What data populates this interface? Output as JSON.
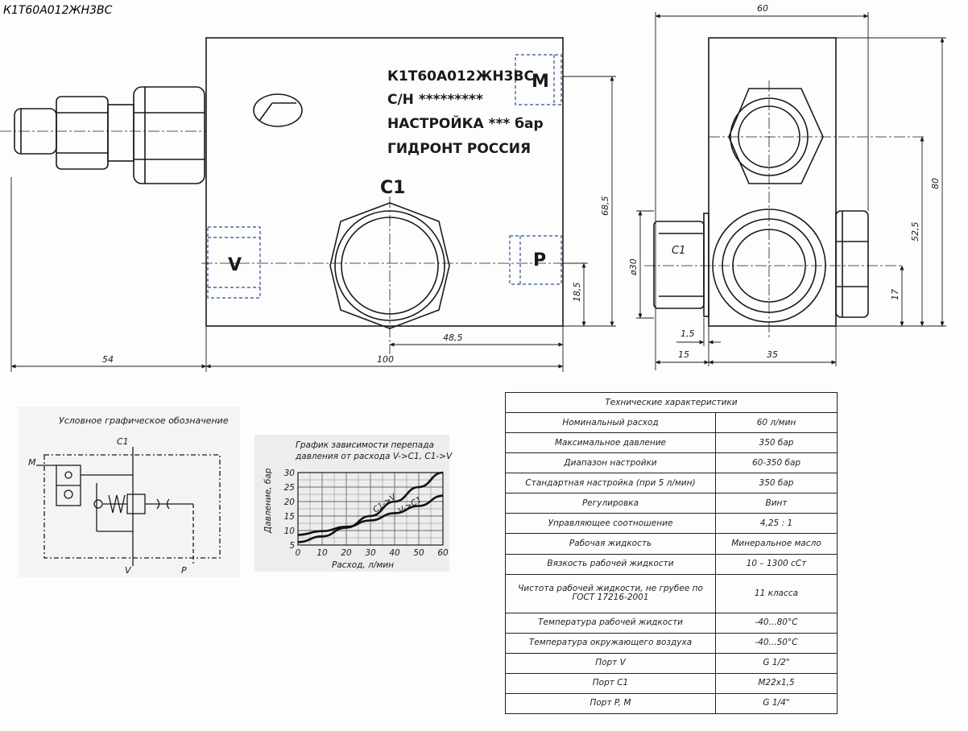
{
  "drawing": {
    "corner_title": "К1Т60А012ЖН3ВС",
    "front_view": {
      "marking_lines": [
        "К1Т60А012ЖН3ВС",
        "С/Н *********",
        "НАСТРОЙКА *** бар",
        "ГИДРОНТ РОССИЯ"
      ],
      "port_labels": {
        "c1": "C1",
        "v": "V",
        "p": "P",
        "m": "M"
      },
      "dimensions": {
        "d54": "54",
        "d100": "100",
        "d48_5": "48,5",
        "d68_5": "68,5",
        "d18_5": "18,5"
      }
    },
    "side_view": {
      "port_label": "C1",
      "dimensions": {
        "d60": "60",
        "d80": "80",
        "d52_5": "52,5",
        "d17": "17",
        "d30": "ø30",
        "d1_5": "1,5",
        "d15": "15",
        "d35": "35"
      }
    }
  },
  "schematic": {
    "title": "Условное графическое обозначение",
    "labels": {
      "c1": "C1",
      "m": "M",
      "v": "V",
      "p": "P"
    }
  },
  "graph": {
    "title_line1": "График зависимости перепада",
    "title_line2": "давления от расхода V->C1, C1->V",
    "ylabel": "Давление, бар",
    "xlabel": "Расход, л/мин",
    "curve_labels": [
      "C1->V",
      "V->C1"
    ]
  },
  "chart_data": {
    "type": "line",
    "title": "График зависимости перепада давления от расхода V->C1, C1->V",
    "xlabel": "Расход, л/мин",
    "ylabel": "Давление, бар",
    "xlim": [
      0,
      60
    ],
    "ylim": [
      5,
      30
    ],
    "xticks": [
      "0",
      "10",
      "20",
      "30",
      "40",
      "50",
      "60"
    ],
    "yticks": [
      "5",
      "10",
      "15",
      "20",
      "25",
      "30"
    ],
    "grid": true,
    "series": [
      {
        "name": "C1->V",
        "x": [
          0,
          10,
          20,
          30,
          40,
          50,
          60
        ],
        "y": [
          6,
          8,
          11,
          15,
          20,
          25,
          30
        ]
      },
      {
        "name": "V->C1",
        "x": [
          0,
          10,
          20,
          30,
          40,
          50,
          60
        ],
        "y": [
          8.5,
          9.8,
          11.3,
          13.5,
          16,
          18.5,
          22
        ]
      }
    ]
  },
  "spec_table": {
    "title": "Технические характеристики",
    "rows": [
      {
        "param": "Номинальный расход",
        "value": "60 л/мин"
      },
      {
        "param": "Максимальное давление",
        "value": "350 бар"
      },
      {
        "param": "Диапазон настройки",
        "value": "60-350 бар"
      },
      {
        "param": "Стандартная настройка (при 5 л/мин)",
        "value": "350 бар"
      },
      {
        "param": "Регулировка",
        "value": "Винт"
      },
      {
        "param": "Управляющее соотношение",
        "value": "4,25 : 1"
      },
      {
        "param": "Рабочая жидкость",
        "value": "Минеральное масло"
      },
      {
        "param": "Вязкость рабочей жидкости",
        "value": "10 – 1300 сСт"
      },
      {
        "param": "Чистота рабочей жидкости, не грубее по ГОСТ 17216-2001",
        "value": "11 класса"
      },
      {
        "param": "Температура рабочей жидкости",
        "value": "-40...80°С"
      },
      {
        "param": "Температура окружающего воздуха",
        "value": "-40...50°С"
      },
      {
        "param": "Порт V",
        "value": "G 1/2\""
      },
      {
        "param": "Порт C1",
        "value": "M22x1,5"
      },
      {
        "param": "Порт P, M",
        "value": "G 1/4\""
      }
    ]
  },
  "colors": {
    "ink": "#1a1a1a",
    "paper": "#fdfdfd",
    "graph_bg": "#ededed",
    "dashed": "#2a4f8f"
  }
}
